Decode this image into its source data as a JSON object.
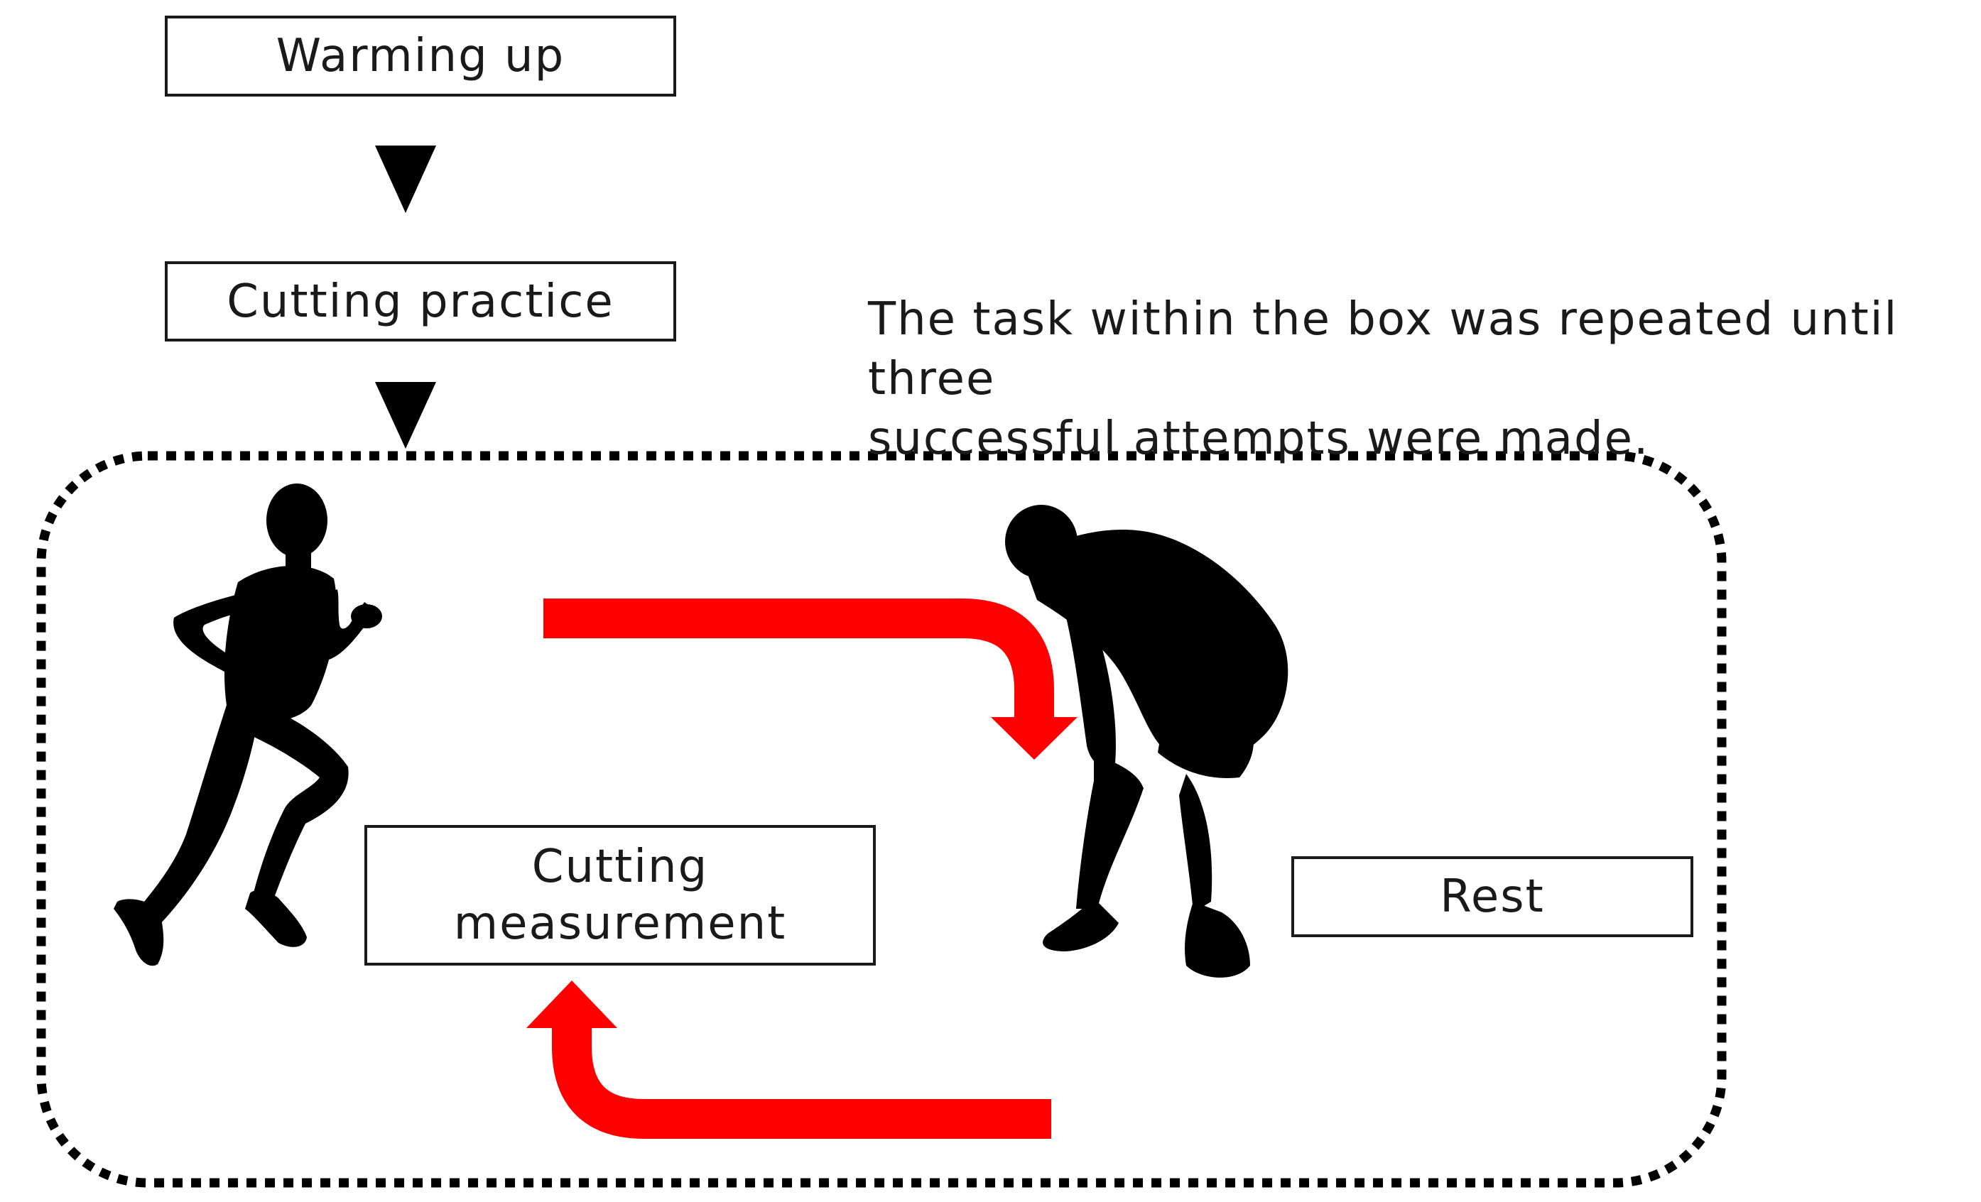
{
  "flowchart": {
    "steps": {
      "warming_up": "Warming up",
      "cutting_practice": "Cutting practice",
      "cutting_measurement": "Cutting\nmeasurement",
      "rest": "Rest"
    },
    "repeat_note": "The task within the box was repeated until three\nsuccessful attempts were made."
  },
  "colors": {
    "text": "#1a1a1a",
    "loop_arrow": "#ff0000",
    "silhouette": "#000000",
    "flow_arrow": "#000000",
    "repeat_box_border": "#000000"
  },
  "icons": {
    "runner": "running-person-silhouette-icon",
    "resting": "bent-over-resting-person-silhouette-icon"
  }
}
